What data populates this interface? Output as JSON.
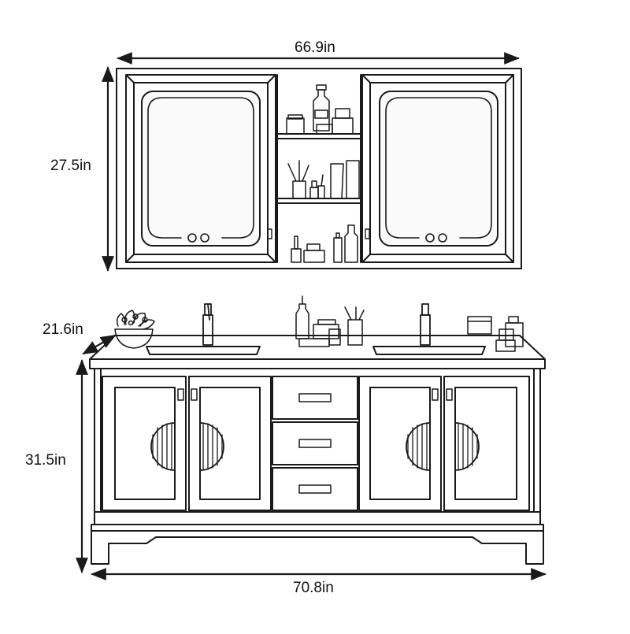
{
  "dimensions": {
    "cabinet_width": "66.9in",
    "cabinet_height": "27.5in",
    "vanity_depth": "21.6in",
    "vanity_height": "31.5in",
    "vanity_width": "70.8in"
  },
  "colors": {
    "line": "#1a1a1a",
    "background": "#ffffff",
    "mirror": "#fafafa"
  }
}
